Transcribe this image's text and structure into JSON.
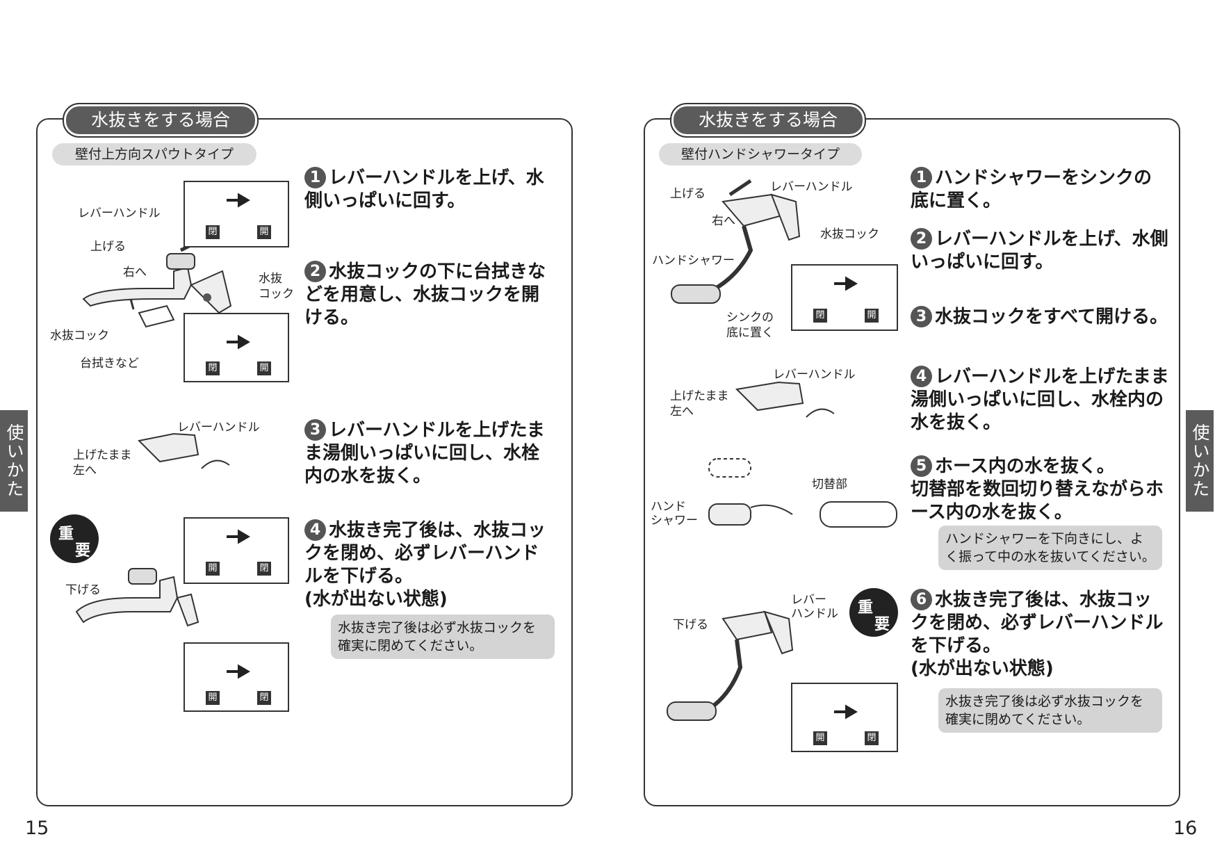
{
  "pages": {
    "left": {
      "title": "水抜きをする場合",
      "subtitle": "壁付上方向スパウトタイプ",
      "page_number": "15",
      "side_tab": "使いかた",
      "steps": [
        {
          "num": "1",
          "text": "レバーハンドルを上げ、水側いっぱいに回す。"
        },
        {
          "num": "2",
          "text": "水抜コックの下に台拭きなどを用意し、水抜コックを開ける。"
        },
        {
          "num": "3",
          "text": "レバーハンドルを上げたまま湯側いっぱいに回し、水栓内の水を抜く。"
        },
        {
          "num": "4",
          "text": "水抜き完了後は、水抜コックを閉め、必ずレバーハンドルを下げる。",
          "sub": "(水が出ない状態)"
        }
      ],
      "note": "水抜き完了後は必ず水抜コックを確実に閉めてください。",
      "labels": {
        "lever_handle": "レバーハンドル",
        "raise": "上げる",
        "right": "右へ",
        "drain_cock_a": "水抜",
        "drain_cock_b": "コック",
        "drain_cock": "水抜コック",
        "cloth": "台拭きなど",
        "raise_left_a": "上げたまま",
        "raise_left_b": "左へ",
        "lower": "下げる",
        "closed": "閉",
        "open": "開",
        "important_a": "重",
        "important_b": "要"
      }
    },
    "right": {
      "title": "水抜きをする場合",
      "subtitle": "壁付ハンドシャワータイプ",
      "page_number": "16",
      "side_tab": "使いかた",
      "steps": [
        {
          "num": "1",
          "text": "ハンドシャワーをシンクの底に置く。"
        },
        {
          "num": "2",
          "text": "レバーハンドルを上げ、水側いっぱいに回す。"
        },
        {
          "num": "3",
          "text": "水抜コックをすべて開ける。"
        },
        {
          "num": "4",
          "text": "レバーハンドルを上げたまま湯側いっぱいに回し、水栓内の水を抜く。"
        },
        {
          "num": "5",
          "text": "ホース内の水を抜く。",
          "sub": "切替部を数回切り替えながらホース内の水を抜く。"
        },
        {
          "num": "6",
          "text": "水抜き完了後は、水抜コックを閉め、必ずレバーハンドルを下げる。",
          "sub": "(水が出ない状態)"
        }
      ],
      "note5": "ハンドシャワーを下向きにし、よく振って中の水を抜いてください。",
      "note6": "水抜き完了後は必ず水抜コックを確実に閉めてください。",
      "labels": {
        "raise": "上げる",
        "lever_handle": "レバーハンドル",
        "right": "右へ",
        "drain_cock": "水抜コック",
        "hand_shower": "ハンドシャワー",
        "sink_a": "シンクの",
        "sink_b": "底に置く",
        "raise_left_a": "上げたまま",
        "raise_left_b": "左へ",
        "switch": "切替部",
        "hand_a": "ハンド",
        "hand_b": "シャワー",
        "lever_a": "レバー",
        "lever_b": "ハンドル",
        "lower": "下げる",
        "closed": "閉",
        "open": "開",
        "important_a": "重",
        "important_b": "要"
      }
    }
  }
}
